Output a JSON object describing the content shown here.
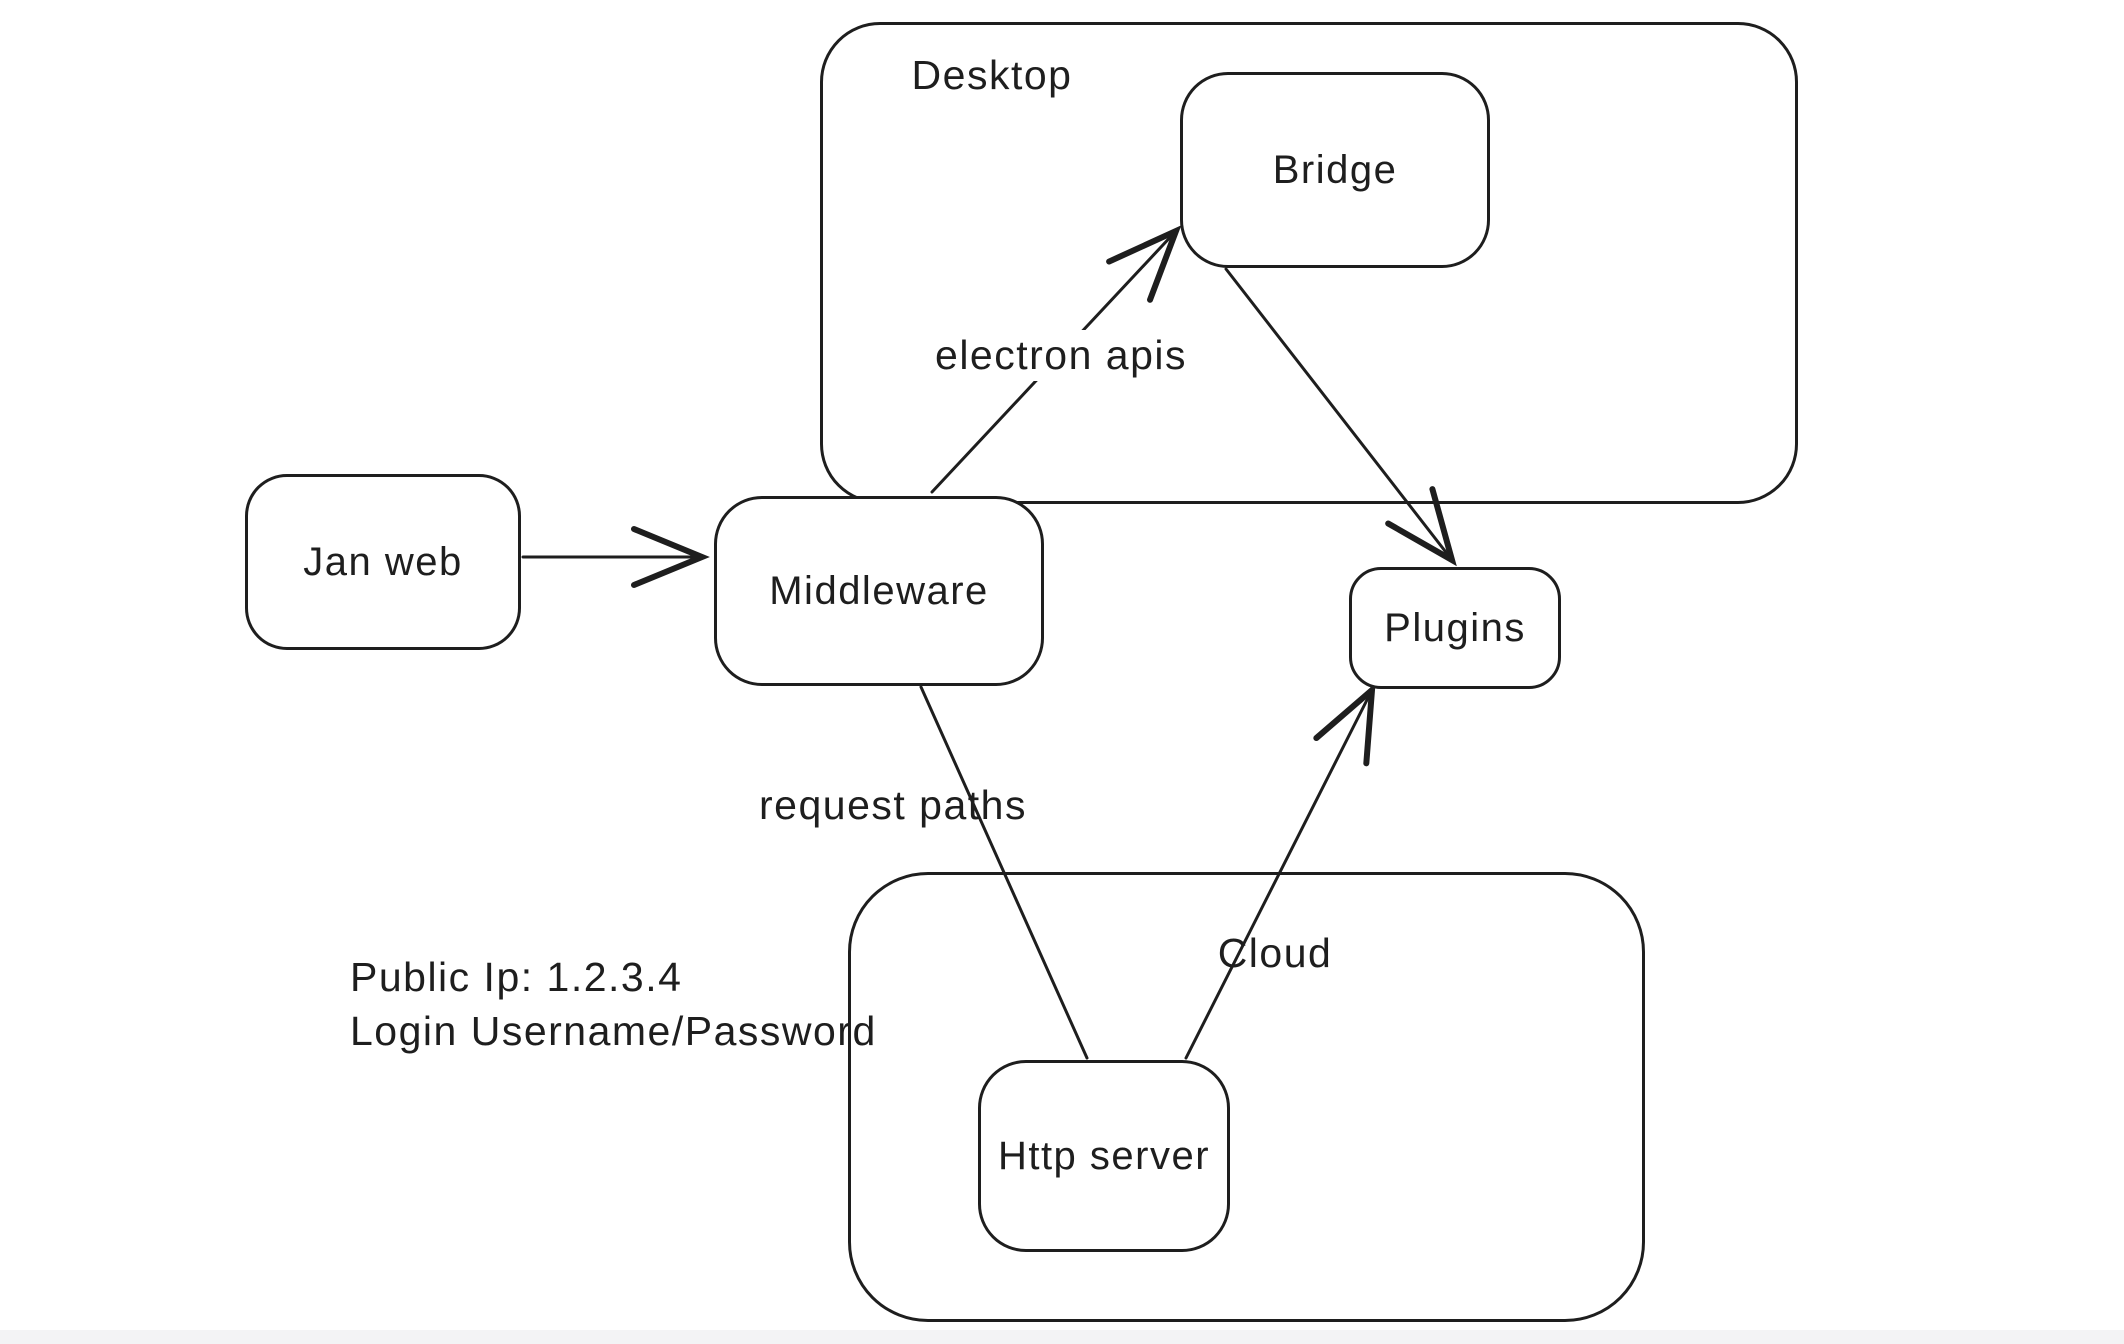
{
  "theme": {
    "background": "#ffffff",
    "stroke_color": "#1e1e1e",
    "window_edge_color": "#f3f3f5"
  },
  "diagram": {
    "containers": {
      "desktop": {
        "label": "Desktop"
      },
      "cloud": {
        "label": "Cloud"
      }
    },
    "nodes": {
      "jan_web": {
        "label": "Jan web"
      },
      "middleware": {
        "label": "Middleware"
      },
      "bridge": {
        "label": "Bridge"
      },
      "plugins": {
        "label": "Plugins"
      },
      "http_server": {
        "label": "Http server"
      }
    },
    "edges": [
      {
        "from": "jan_web",
        "to": "middleware",
        "label": ""
      },
      {
        "from": "middleware",
        "to": "bridge",
        "label": "electron apis"
      },
      {
        "from": "bridge",
        "to": "plugins",
        "label": ""
      },
      {
        "from": "middleware",
        "to": "http_server",
        "label": "request paths"
      },
      {
        "from": "http_server",
        "to": "plugins",
        "label": ""
      }
    ],
    "annotations": {
      "public_ip": "Public Ip: 1.2.3.4",
      "login": "Login Username/Password"
    }
  }
}
